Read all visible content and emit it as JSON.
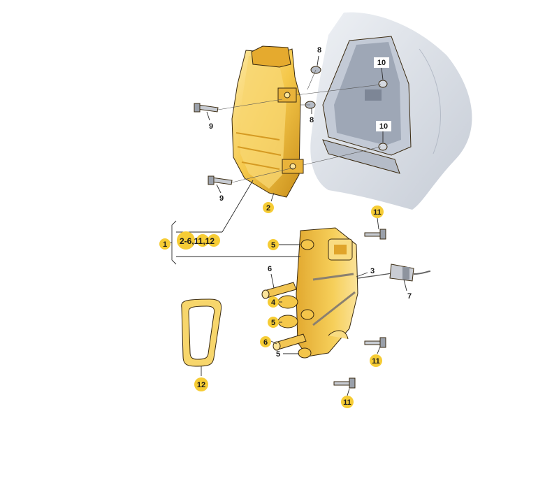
{
  "diagram": {
    "colors": {
      "part_amber": "#f5c84a",
      "part_amber_dark": "#d49a1e",
      "part_amber_light": "#fbe49a",
      "callout_yellow": "#f6cc35",
      "body_panel": "#dde2ea",
      "body_shadow": "#aeb6c3",
      "outline": "#3a2a10"
    },
    "callouts": {
      "c1": "1",
      "c2": "2",
      "c3": "3",
      "c4": "4",
      "c5a": "5",
      "c5b": "5",
      "c5c": "5",
      "c6a": "6",
      "c6b": "6",
      "c7": "7",
      "c8a": "8",
      "c8b": "8",
      "c9a": "9",
      "c9b": "9",
      "c10a": "10",
      "c10b": "10",
      "c11a": "11",
      "c11b": "11",
      "c11c": "11",
      "c12": "12"
    },
    "group_label": "2-6,11,12"
  }
}
